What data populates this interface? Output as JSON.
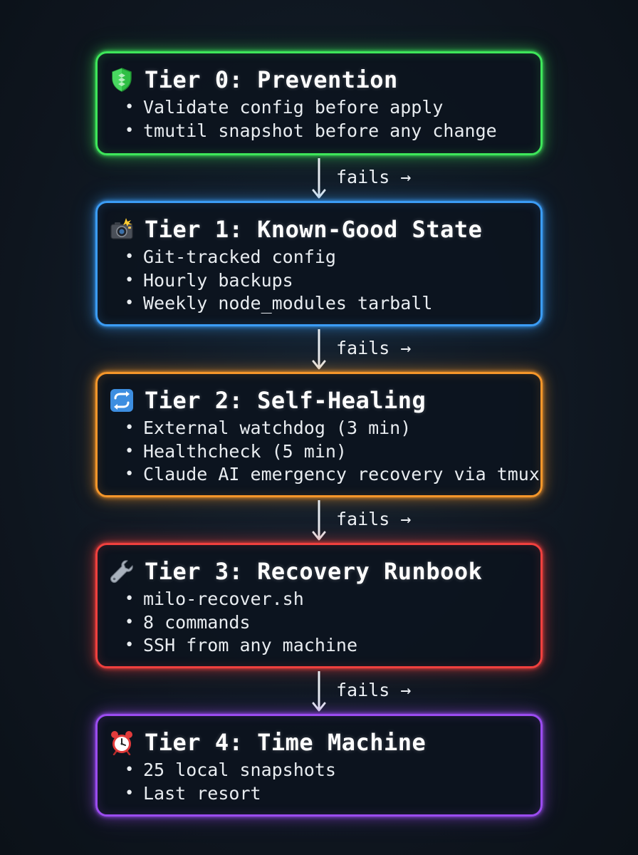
{
  "tiers": [
    {
      "icon": "shield-icon",
      "title": "Tier 0: Prevention",
      "color": "#3ee65a",
      "items": [
        "Validate config before apply",
        "tmutil snapshot before any change"
      ]
    },
    {
      "icon": "camera-flash-icon",
      "title": "Tier 1: Known-Good State",
      "color": "#3b9cf5",
      "items": [
        "Git-tracked config",
        "Hourly backups",
        "Weekly node_modules tarball"
      ]
    },
    {
      "icon": "cycle-arrows-icon",
      "title": "Tier 2: Self-Healing",
      "color": "#f5962a",
      "items": [
        "External watchdog (3 min)",
        "Healthcheck (5 min)",
        "Claude AI emergency recovery via tmux"
      ]
    },
    {
      "icon": "wrench-icon",
      "title": "Tier 3: Recovery Runbook",
      "color": "#f0403e",
      "items": [
        "milo-recover.sh",
        "8 commands",
        "SSH from any machine"
      ]
    },
    {
      "icon": "alarm-clock-icon",
      "title": "Tier 4: Time Machine",
      "color": "#9b4cf0",
      "items": [
        "25 local snapshots",
        "Last resort"
      ]
    }
  ],
  "connectors": [
    {
      "label": "fails →"
    },
    {
      "label": "fails →"
    },
    {
      "label": "fails →"
    },
    {
      "label": "fails →"
    }
  ]
}
